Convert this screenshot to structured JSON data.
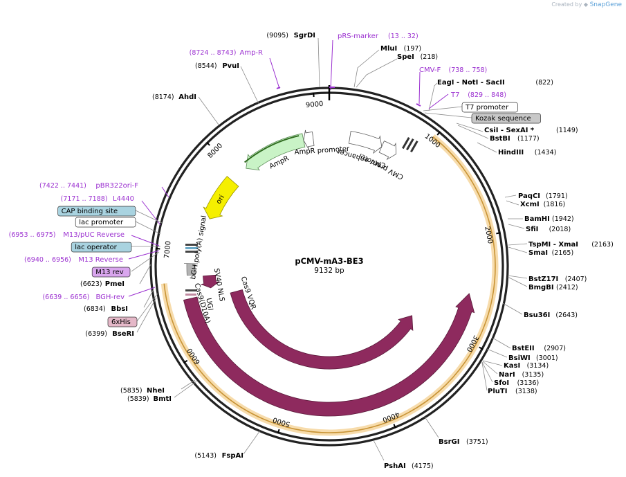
{
  "credit": {
    "prefix": "Created by",
    "brand": "SnapGene"
  },
  "plasmid": {
    "name": "pCMV-mA3-BE3",
    "length": "9132 bp",
    "length_bp": 9132
  },
  "ruler_ticks": [
    "1000",
    "2000",
    "3000",
    "4000",
    "5000",
    "6000",
    "7000",
    "8000",
    "9000"
  ],
  "enzymes": [
    {
      "name": "SgrDI",
      "pos": "(9095)"
    },
    {
      "name": "MluI",
      "pos": "(197)"
    },
    {
      "name": "SpeI",
      "pos": "(218)"
    },
    {
      "name": "EagI  - NotI  - SacII",
      "pos": "(822)"
    },
    {
      "name": "CsiI  - SexAI *",
      "pos": "(1149)"
    },
    {
      "name": "BstBI",
      "pos": "(1177)"
    },
    {
      "name": "HindIII",
      "pos": "(1434)"
    },
    {
      "name": "PaqCI",
      "pos": "(1791)"
    },
    {
      "name": "XcmI",
      "pos": "(1816)"
    },
    {
      "name": "BamHI",
      "pos": "(1942)"
    },
    {
      "name": "SfiI",
      "pos": "(2018)"
    },
    {
      "name": "TspMI  - XmaI",
      "pos": "(2163)"
    },
    {
      "name": "SmaI",
      "pos": "(2165)"
    },
    {
      "name": "BstZ17I",
      "pos": "(2407)"
    },
    {
      "name": "BmgBI",
      "pos": "(2412)"
    },
    {
      "name": "Bsu36I",
      "pos": "(2643)"
    },
    {
      "name": "BstEII",
      "pos": "(2907)"
    },
    {
      "name": "BsiWI",
      "pos": "(3001)"
    },
    {
      "name": "KasI",
      "pos": "(3134)"
    },
    {
      "name": "NarI",
      "pos": "(3135)"
    },
    {
      "name": "SfoI",
      "pos": "(3136)"
    },
    {
      "name": "PluTI",
      "pos": "(3138)"
    },
    {
      "name": "BsrGI",
      "pos": "(3751)"
    },
    {
      "name": "PshAI",
      "pos": "(4175)"
    },
    {
      "name": "FspAI",
      "pos": "(5143)"
    },
    {
      "name": "BmtI",
      "pos": "(5839)"
    },
    {
      "name": "NheI",
      "pos": "(5835)"
    },
    {
      "name": "BseRI",
      "pos": "(6399)"
    },
    {
      "name": "PmeI",
      "pos": "(6623)"
    },
    {
      "name": "BbsI",
      "pos": "(6834)"
    },
    {
      "name": "AhdI",
      "pos": "(8174)"
    },
    {
      "name": "PvuI",
      "pos": "(8544)"
    }
  ],
  "primers": [
    {
      "name": "pRS-marker",
      "pos": "(13 .. 32)"
    },
    {
      "name": "CMV-F",
      "pos": "(738 .. 758)"
    },
    {
      "name": "T7",
      "pos": "(829 .. 848)"
    },
    {
      "name": "Amp-R",
      "pos": "(8724 .. 8743)"
    },
    {
      "name": "pBR322ori-F",
      "pos": "(7422 .. 7441)"
    },
    {
      "name": "L4440",
      "pos": "(7171 .. 7188)"
    },
    {
      "name": "M13/pUC Reverse",
      "pos": "(6953 .. 6975)"
    },
    {
      "name": "M13 Reverse",
      "pos": "(6940 .. 6956)"
    },
    {
      "name": "BGH-rev",
      "pos": "(6639 .. 6656)"
    }
  ],
  "boxed_features": [
    {
      "name": "T7 promoter",
      "fill": "#ffffff"
    },
    {
      "name": "Kozak sequence",
      "fill": "#c8c8c8"
    },
    {
      "name": "CAP binding site",
      "fill": "#a9d3e0"
    },
    {
      "name": "lac promoter",
      "fill": "#ffffff"
    },
    {
      "name": "lac operator",
      "fill": "#a9d3e0"
    },
    {
      "name": "M13 rev",
      "fill": "#d9a6ee"
    },
    {
      "name": "6xHis",
      "fill": "#e5b8c8"
    }
  ],
  "features": {
    "ampr_promoter": "AmpR promoter",
    "ampr": "AmpR",
    "ori": "ori",
    "cmv_enhancer": "CMV enhancer",
    "cmv_promoter": "CMV promoter",
    "bgh": "bGH poly(A) signal",
    "sv40": "SV40 NLS",
    "ugi": "UGI",
    "cas9vqr": "Cas9 VQR",
    "cas9d10a": "Cas9(D10A)"
  },
  "colors": {
    "backbone": "#222222",
    "cas9": "#8e2a5e",
    "ori": "#f5ef00",
    "ampr": "#c9f3c6",
    "orf_highlight": "#f7dcac",
    "orf_line": "#c89436",
    "primer": "#9b30d0",
    "bgh": "#b3b3b3"
  }
}
